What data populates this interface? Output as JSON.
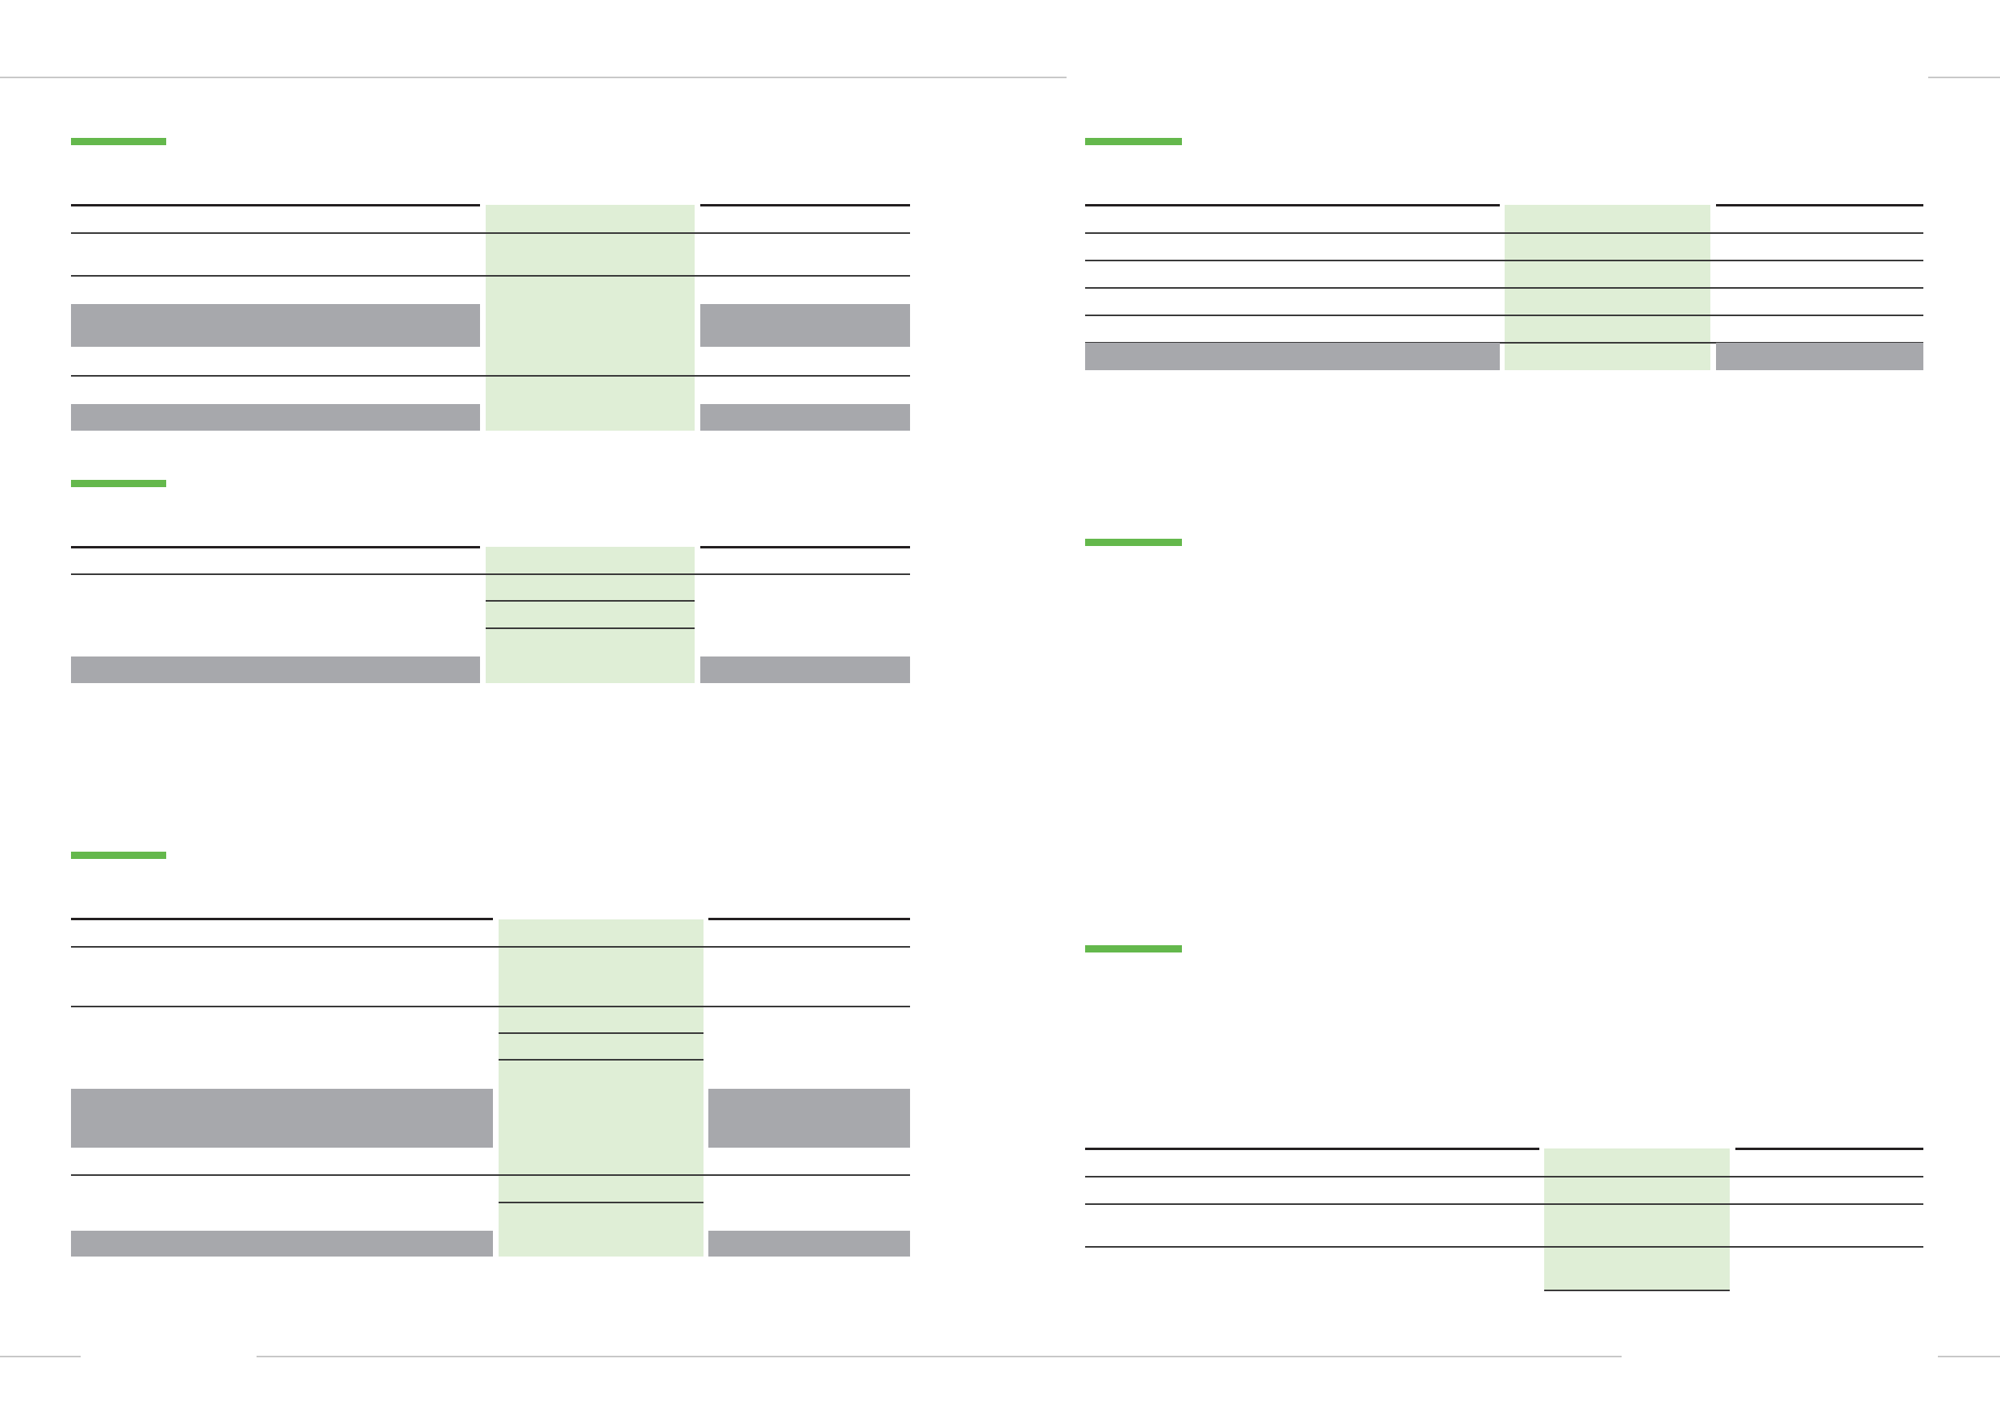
{
  "page": {
    "type": "financial report spread",
    "left_page": {
      "sections": [
        {
          "id": "section-1",
          "header_accent": "green-bar"
        },
        {
          "id": "section-2",
          "header_accent": "green-bar"
        },
        {
          "id": "section-3",
          "header_accent": "green-bar"
        }
      ]
    },
    "right_page": {
      "sections": [
        {
          "id": "section-4",
          "header_accent": "green-bar"
        },
        {
          "id": "section-5",
          "header_accent": "green-bar"
        },
        {
          "id": "section-6",
          "header_accent": "green-bar"
        }
      ]
    }
  },
  "colors": {
    "accent": "#64b84c",
    "current_year_fill": "#dfeed6",
    "total_row_fill": "#a7a8ac",
    "rule": "#231f20",
    "page_rule": "#c8c8c8"
  }
}
